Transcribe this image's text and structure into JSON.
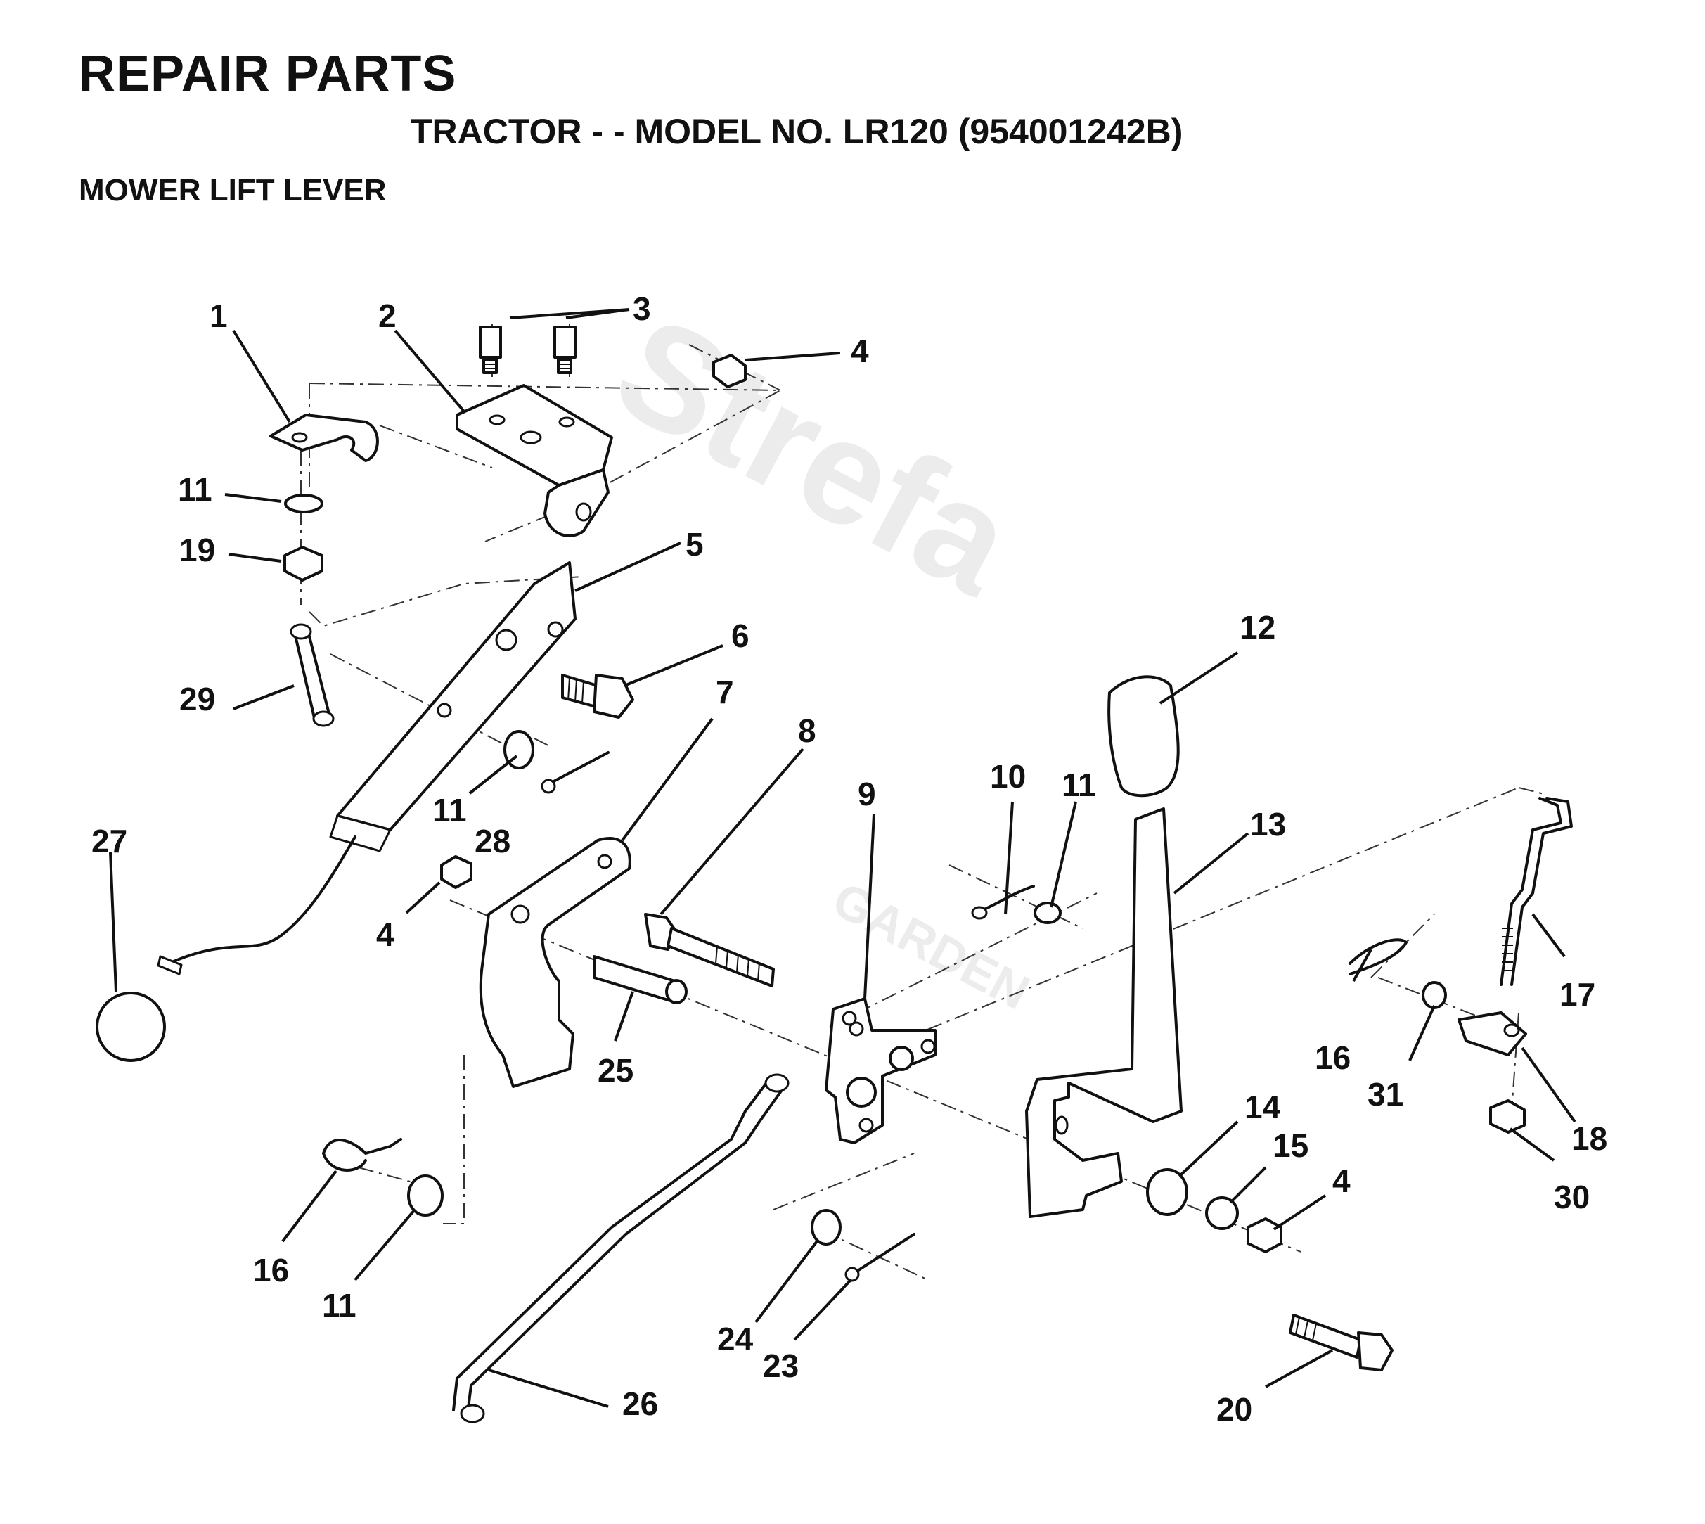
{
  "header": {
    "title": "REPAIR PARTS",
    "model_line": "TRACTOR - - MODEL NO. LR120 (954001242B)",
    "section": "MOWER LIFT LEVER"
  },
  "watermark": {
    "brand": "Strefa",
    "sub": "GARDEN"
  },
  "callouts": [
    {
      "id": "c1",
      "label": "1"
    },
    {
      "id": "c2",
      "label": "2"
    },
    {
      "id": "c3",
      "label": "3"
    },
    {
      "id": "c4a",
      "label": "4"
    },
    {
      "id": "c4b",
      "label": "4"
    },
    {
      "id": "c4c",
      "label": "4"
    },
    {
      "id": "c5",
      "label": "5"
    },
    {
      "id": "c6",
      "label": "6"
    },
    {
      "id": "c7",
      "label": "7"
    },
    {
      "id": "c8",
      "label": "8"
    },
    {
      "id": "c9",
      "label": "9"
    },
    {
      "id": "c10",
      "label": "10"
    },
    {
      "id": "c11a",
      "label": "11"
    },
    {
      "id": "c11b",
      "label": "11"
    },
    {
      "id": "c11c",
      "label": "11"
    },
    {
      "id": "c11d",
      "label": "11"
    },
    {
      "id": "c12",
      "label": "12"
    },
    {
      "id": "c13",
      "label": "13"
    },
    {
      "id": "c14",
      "label": "14"
    },
    {
      "id": "c15",
      "label": "15"
    },
    {
      "id": "c16a",
      "label": "16"
    },
    {
      "id": "c16b",
      "label": "16"
    },
    {
      "id": "c17",
      "label": "17"
    },
    {
      "id": "c18",
      "label": "18"
    },
    {
      "id": "c19",
      "label": "19"
    },
    {
      "id": "c20",
      "label": "20"
    },
    {
      "id": "c23",
      "label": "23"
    },
    {
      "id": "c24",
      "label": "24"
    },
    {
      "id": "c25",
      "label": "25"
    },
    {
      "id": "c26",
      "label": "26"
    },
    {
      "id": "c27",
      "label": "27"
    },
    {
      "id": "c28",
      "label": "28"
    },
    {
      "id": "c29",
      "label": "29"
    },
    {
      "id": "c30",
      "label": "30"
    },
    {
      "id": "c31",
      "label": "31"
    }
  ]
}
